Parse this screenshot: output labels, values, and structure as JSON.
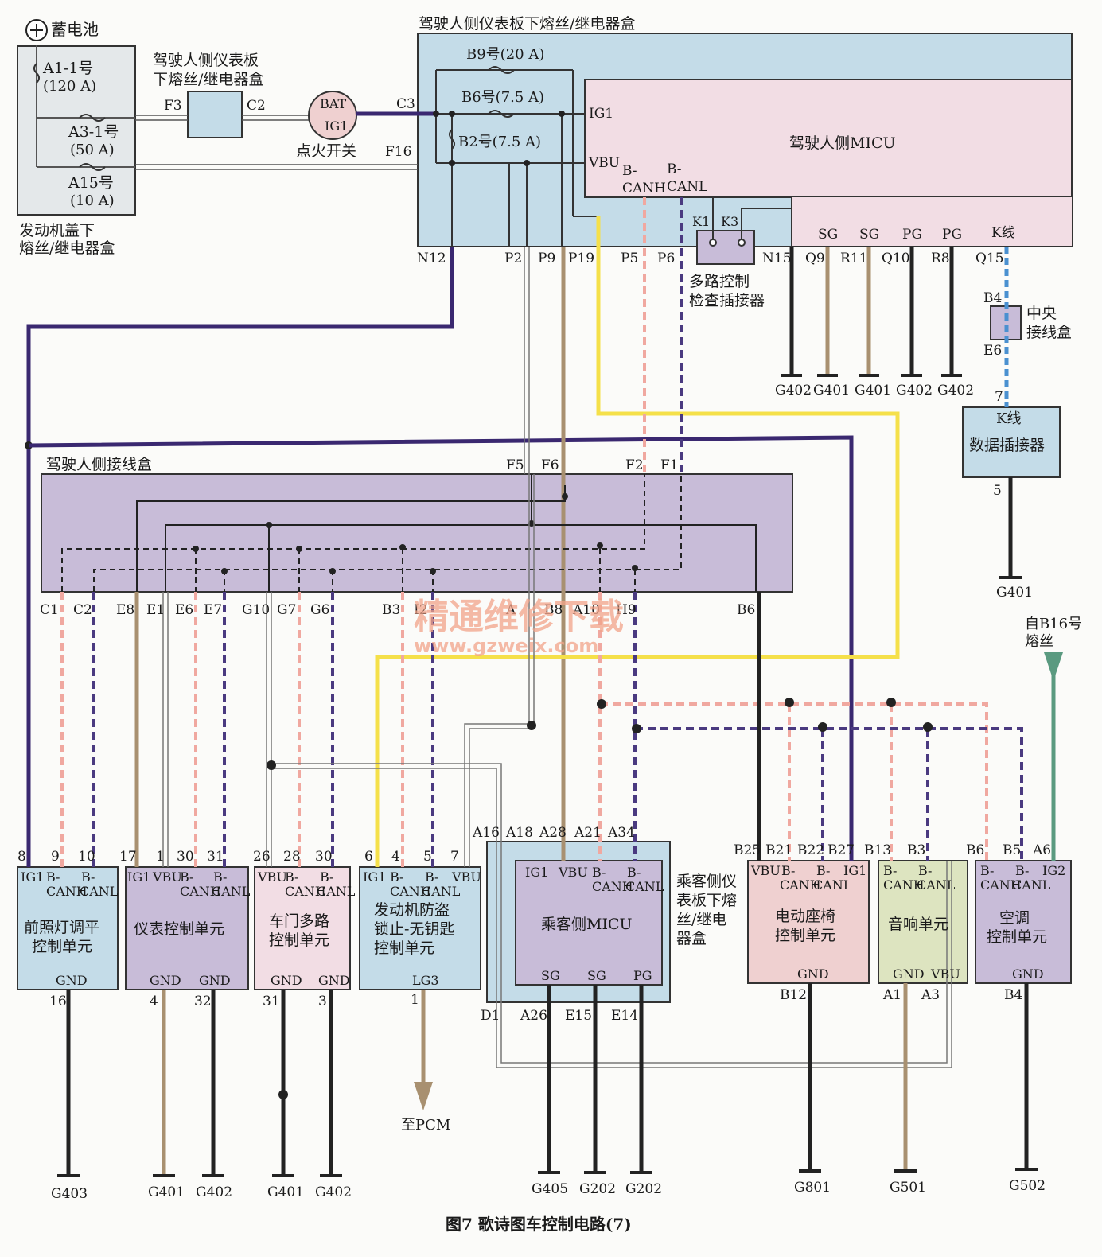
{
  "caption": "图7 歌诗图车控制电路(7)",
  "watermark": {
    "cn": "精通维修下载",
    "url": "www.gzweix.com"
  },
  "battery": {
    "label": "蓄电池"
  },
  "engine_box": {
    "title_1": "发动机盖下",
    "title_2": "熔丝/继电器盒",
    "fuses": [
      {
        "name": "A1-1号",
        "rating": "(120 A)"
      },
      {
        "name": "A3-1号",
        "rating": "(50 A)"
      },
      {
        "name": "A15号",
        "rating": "(10 A)"
      }
    ]
  },
  "dash_small_box": {
    "title_1": "驾驶人侧仪表板",
    "title_2": "下熔丝/继电器盒",
    "pin_left": "F3",
    "pin_right": "C2"
  },
  "ignition": {
    "top": "BAT",
    "bottom": "IG1",
    "label": "点火开关",
    "pin_in": "C3",
    "pin_f16": "F16"
  },
  "dash_box": {
    "title": "驾驶人侧仪表板下熔丝/继电器盒",
    "fuses": [
      {
        "name": "B9号(20 A)"
      },
      {
        "name": "B6号(7.5 A)"
      },
      {
        "name": "B2号(7.5 A)"
      }
    ],
    "bottom_pins": [
      "N12",
      "P2",
      "P9",
      "P19",
      "P5",
      "P6",
      "N15",
      "Q9",
      "R11",
      "Q10",
      "R8",
      "Q15"
    ]
  },
  "micu_driver": {
    "name": "驾驶人侧MICU",
    "ig1": "IG1",
    "vbu": "VBU",
    "canh_1": "B-",
    "canh_2": "CANH",
    "canl_1": "B-",
    "canl_2": "CANL",
    "k1": "K1",
    "k3": "K3",
    "sg1": "SG",
    "sg2": "SG",
    "pg1": "PG",
    "pg2": "PG",
    "kline": "K线"
  },
  "mux_connector": {
    "line1": "多路控制",
    "line2": "检查插接器"
  },
  "grounds_top": [
    "G402",
    "G401",
    "G401",
    "G402",
    "G402"
  ],
  "central_box": {
    "line1": "中央",
    "line2": "接线盒",
    "pin_in": "B4",
    "pin_out": "E6"
  },
  "dlc": {
    "title": "K线",
    "subtitle": "数据插接器",
    "pin_top": "7",
    "pin_bottom": "5",
    "ground": "G401"
  },
  "driver_junction": {
    "title": "驾驶人侧接线盒",
    "top_pins": [
      "F5",
      "F6",
      "F2",
      "F1"
    ],
    "bottom_pins": [
      "C1",
      "C2",
      "E8",
      "E1",
      "E6",
      "E7",
      "G10",
      "G7",
      "G6",
      "B3",
      "I2",
      "A",
      "B8",
      "A10",
      "H9",
      "B6"
    ]
  },
  "b16_note": {
    "line1": "自B16号",
    "line2": "熔丝"
  },
  "to_pcm": "至PCM",
  "modules": [
    {
      "name_1": "前照灯调平",
      "name_2": "控制单元",
      "pins": [
        "8",
        "9",
        "10"
      ],
      "terms": [
        "IG1",
        "B-",
        "B-",
        "CANH",
        "CANL"
      ],
      "gnd": "GND",
      "gnd_pin": "16",
      "grounds": [
        "G403"
      ]
    },
    {
      "name_1": "仪表控制单元",
      "pins": [
        "17",
        "1",
        "30",
        "31"
      ],
      "terms": [
        "IG1",
        "VBU",
        "B-",
        "B-",
        "CANH",
        "CANL"
      ],
      "gnd": "GND",
      "gnd2": "GND",
      "gnd_pins": [
        "4",
        "32"
      ],
      "grounds": [
        "G401",
        "G402"
      ]
    },
    {
      "name_1": "车门多路",
      "name_2": "控制单元",
      "pins": [
        "26",
        "28",
        "30"
      ],
      "terms": [
        "VBU",
        "B-",
        "B-",
        "CANH",
        "CANL"
      ],
      "gnd": "GND",
      "gnd2": "GND",
      "gnd_pins": [
        "31",
        "3"
      ],
      "grounds": [
        "G401",
        "G402"
      ]
    },
    {
      "name_1": "发动机防盗",
      "name_2": "锁止-无钥匙",
      "name_3": "控制单元",
      "pins": [
        "6",
        "4",
        "5",
        "7"
      ],
      "terms": [
        "IG1",
        "B-",
        "B-",
        "VBU",
        "CANH",
        "CANL"
      ],
      "out": "LG3",
      "out_pin": "1"
    },
    {
      "name_1": "乘客侧MICU",
      "pins": [
        "A16",
        "A18",
        "A28",
        "A21",
        "A34"
      ],
      "terms": [
        "IG1",
        "VBU",
        "B-",
        "B-",
        "CANH",
        "CANL"
      ],
      "sg1": "SG",
      "sg2": "SG",
      "pg": "PG",
      "low_pins": [
        "D1",
        "A26",
        "E15",
        "E14"
      ],
      "grounds": [
        "G405",
        "G202",
        "G202"
      ]
    },
    {
      "name_1": "电动座椅",
      "name_2": "控制单元",
      "pins": [
        "B25",
        "B21",
        "B22",
        "B27"
      ],
      "terms": [
        "VBU",
        "B-",
        "B-",
        "IG1",
        "CANH",
        "CANL"
      ],
      "gnd": "GND",
      "gnd_pin": "B12",
      "grounds": [
        "G801"
      ]
    },
    {
      "name_1": "音响单元",
      "pins": [
        "B13",
        "B3"
      ],
      "terms": [
        "B-",
        "B-",
        "CANH",
        "CANL"
      ],
      "gnd": "GND",
      "vbu": "VBU",
      "low_pins": [
        "A1",
        "A3"
      ],
      "grounds": [
        "G501"
      ]
    },
    {
      "name_1": "空调",
      "name_2": "控制单元",
      "pins": [
        "B6",
        "B5",
        "A6"
      ],
      "terms": [
        "B-",
        "B-",
        "IG2",
        "CANH",
        "CANL"
      ],
      "gnd": "GND",
      "gnd_pin": "B4",
      "grounds": [
        "G502"
      ]
    }
  ],
  "passenger_box": {
    "line1": "乘客侧仪",
    "line2": "表板下熔",
    "line3": "丝/继电",
    "line4": "器盒"
  },
  "colors": {
    "purple_wire": "#3a2870",
    "can_pink": "#f0a8a0",
    "can_purple": "#4a3a80",
    "yellow_wire": "#f5e04a",
    "brown_wire": "#a89070",
    "blue_wire": "#4a90d0",
    "green_wire": "#5a9a80",
    "box_blue": "#c4dce8",
    "box_pink": "#f2dde4",
    "box_lavender": "#c8bcd8",
    "box_green": "#dde4c0",
    "box_rose": "#efd0d0"
  }
}
